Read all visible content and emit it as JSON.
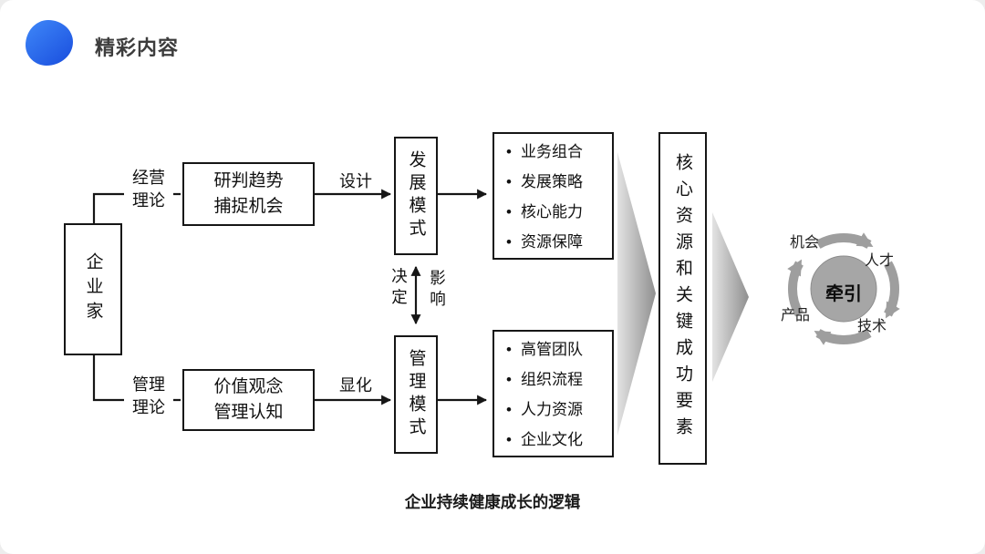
{
  "header": {
    "title": "精彩内容"
  },
  "caption": "企业持续健康成长的逻辑",
  "diagram": {
    "entrepreneur": "企业家",
    "top": {
      "theory": "经营\n理论",
      "box": "研判趋势\n捕捉机会",
      "arrow": "设计",
      "mode": "发展模式",
      "items": [
        "业务组合",
        "发展策略",
        "核心能力",
        "资源保障"
      ]
    },
    "bottom": {
      "theory": "管理\n理论",
      "box": "价值观念\n管理认知",
      "arrow": "显化",
      "mode": "管理模式",
      "items": [
        "高管团队",
        "组织流程",
        "人力资源",
        "企业文化"
      ]
    },
    "link": {
      "left": "决\n定",
      "right": "影\n响"
    },
    "core": "核心资源和关键成功要素",
    "cycle": {
      "center": "牵引",
      "top_left": "机会",
      "top_right": "人才",
      "bottom_left": "产品",
      "bottom_right": "技术"
    }
  },
  "colors": {
    "accent_blue": "#2b6cf0",
    "line_black": "#161616",
    "chevron_gray": "#9a9a9a",
    "cycle_gray": "#9e9e9e",
    "center_circle": "#a6a6a6"
  }
}
